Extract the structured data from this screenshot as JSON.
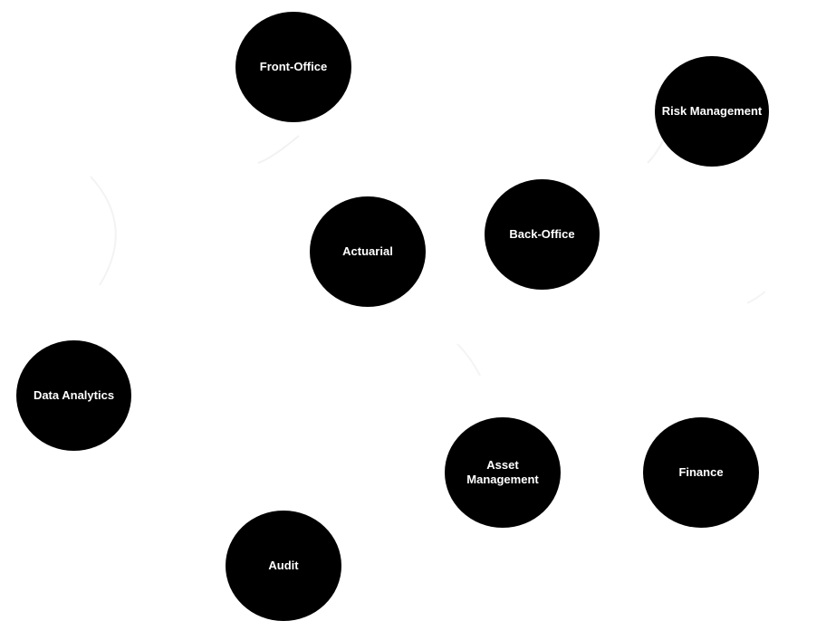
{
  "nodes": [
    {
      "id": "front-office",
      "label": "Front-Office"
    },
    {
      "id": "risk-management",
      "label": "Risk Management"
    },
    {
      "id": "actuarial",
      "label": "Actuarial"
    },
    {
      "id": "back-office",
      "label": "Back-Office"
    },
    {
      "id": "data-analytics",
      "label": "Data Analytics"
    },
    {
      "id": "asset-management",
      "label": "Asset Management"
    },
    {
      "id": "finance",
      "label": "Finance"
    },
    {
      "id": "audit",
      "label": "Audit"
    }
  ],
  "colors": {
    "node_fill": "#000000",
    "node_text": "#ffffff",
    "background": "#ffffff"
  }
}
